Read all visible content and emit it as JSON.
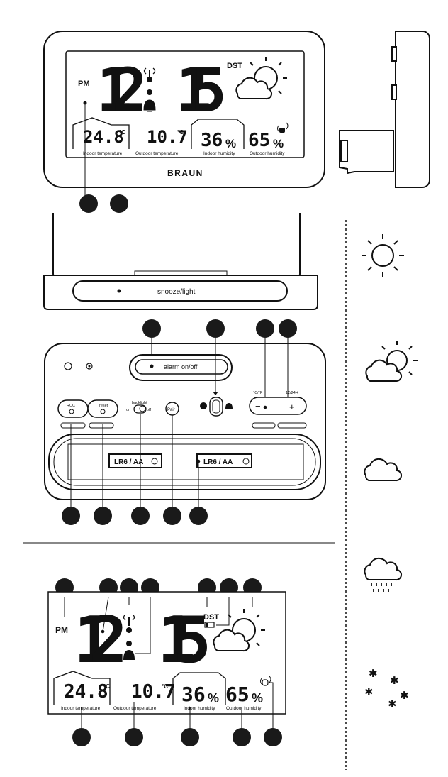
{
  "clock": {
    "pm": "PM",
    "hour": "12",
    "minute": "15",
    "dst": "DST",
    "brand": "BRAUN",
    "indoor_temp": "24.8",
    "indoor_temp_unit": "°C",
    "indoor_temp_label": "Indoor temperature",
    "outdoor_temp": "10.7",
    "outdoor_temp_unit": "°C",
    "outdoor_temp_label": "Outdoor temperature",
    "indoor_humidity": "36",
    "indoor_humidity_unit": "%",
    "indoor_humidity_label": "Indoor humidity",
    "outdoor_humidity": "65",
    "outdoor_humidity_unit": "%",
    "outdoor_humidity_label": "Outdoor humidity"
  },
  "front": {
    "snooze_label": "snooze/light"
  },
  "back": {
    "alarm_label": "alarm on/off",
    "rcc_label": "RCC",
    "reset_label": "reset",
    "backlight_label": "backlight",
    "on_label": "on",
    "off_label": "off",
    "pair_label": "Pair",
    "unit_label": "°C/°F",
    "format_label": "12/24H",
    "minus": "−",
    "plus": "+",
    "battery_1": "LR6 / AA",
    "battery_2": "LR6 / AA"
  },
  "weather_icons": [
    "sunny-icon",
    "partly-cloudy-icon",
    "cloudy-icon",
    "rain-icon",
    "snow-icon"
  ]
}
